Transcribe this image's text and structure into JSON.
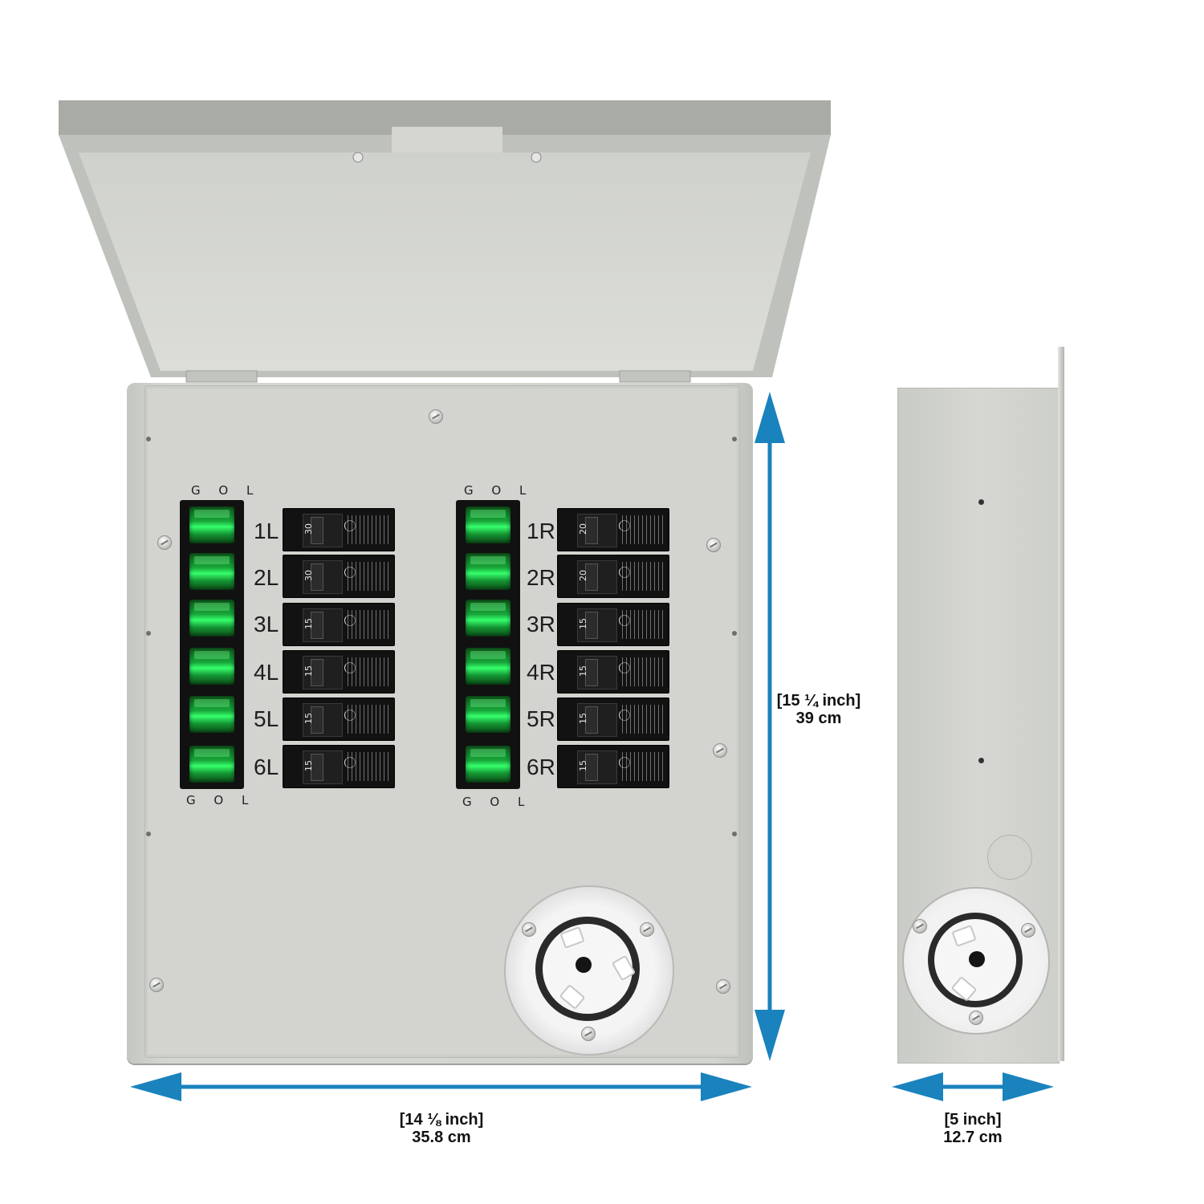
{
  "banks": [
    {
      "side": "left",
      "top_label": "G O L",
      "bottom_label": "G O L",
      "circuits": [
        {
          "label": "1L",
          "rating": "30"
        },
        {
          "label": "2L",
          "rating": "30"
        },
        {
          "label": "3L",
          "rating": "15"
        },
        {
          "label": "4L",
          "rating": "15"
        },
        {
          "label": "5L",
          "rating": "15"
        },
        {
          "label": "6L",
          "rating": "15"
        }
      ]
    },
    {
      "side": "right",
      "top_label": "G O L",
      "bottom_label": "G O L",
      "circuits": [
        {
          "label": "1R",
          "rating": "20"
        },
        {
          "label": "2R",
          "rating": "20"
        },
        {
          "label": "3R",
          "rating": "15"
        },
        {
          "label": "4R",
          "rating": "15"
        },
        {
          "label": "5R",
          "rating": "15"
        },
        {
          "label": "6R",
          "rating": "15"
        }
      ]
    }
  ],
  "dimensions": {
    "height": {
      "line1": "[15 ¼ inch]",
      "line2": "39 cm"
    },
    "width": {
      "line1": "[14 ⅛ inch]",
      "line2": "35.8 cm"
    },
    "depth": {
      "line1": "[5 inch]",
      "line2": "12.7 cm"
    }
  },
  "colors": {
    "dimension_arrow": "#1a82bd",
    "switch_glow": "#36ff6c",
    "enclosure": "#d3d4d0"
  },
  "icons": {
    "switch": "green-toggle-icon",
    "breaker": "breaker-icon",
    "inlet": "power-inlet-icon",
    "screw": "screw-icon"
  }
}
